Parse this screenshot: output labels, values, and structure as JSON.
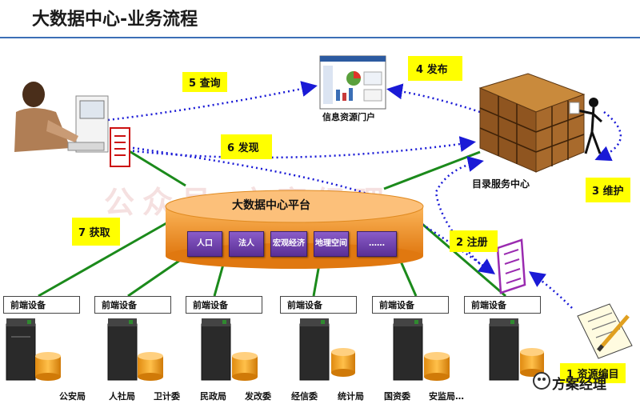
{
  "title": "大数据中心-业务流程",
  "labels": {
    "query": "5 查询",
    "publish": "4 发布",
    "discover": "6 发现",
    "maintain": "3 维护",
    "acquire": "7 获取",
    "register": "2 注册",
    "compile": "1 资源编目"
  },
  "portal_caption": "信息资源门户",
  "catalog_center": "目录服务中心",
  "platform": {
    "title": "大数据中心平台",
    "modules": [
      "人口",
      "法人",
      "宏观经济",
      "地理空间",
      "……"
    ]
  },
  "front_device": "前端设备",
  "bureaus": [
    "公安局",
    "人社局",
    "卫计委",
    "民政局",
    "发改委",
    "经信委",
    "统计局",
    "国资委",
    "安监局…"
  ],
  "watermark": "公众号:方案经理",
  "brand": "方案经理",
  "colors": {
    "arrow_blue": "#1a1ad6",
    "link_green": "#1b8a1b",
    "platform_orange": "#f59a32",
    "label_yellow": "#ffff00",
    "module_purple": "#6b3aa8"
  }
}
